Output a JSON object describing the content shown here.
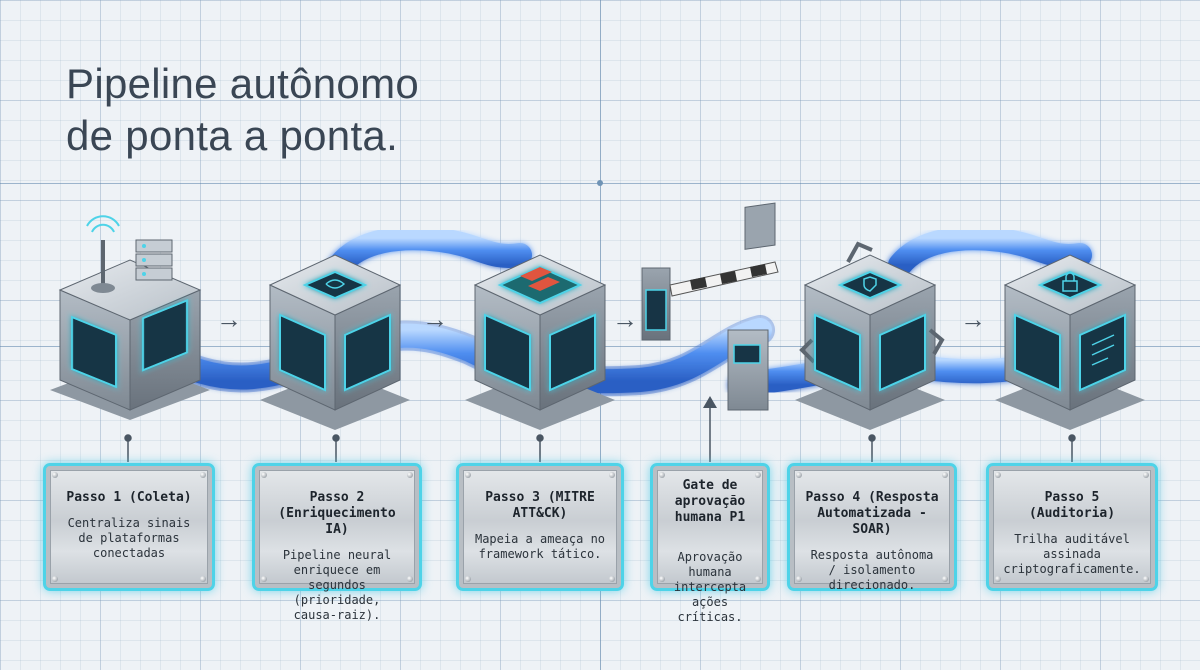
{
  "title": {
    "line1": "Pipeline autônomo",
    "line2": "de ponta a ponta."
  },
  "colors": {
    "background": "#eef2f6",
    "pipe": "#4f8ef0",
    "glow": "#4ed3e8",
    "metal": "#9aa4ae",
    "threat_cells": "#e0553f",
    "grid_cells": "#3ec8c0"
  },
  "icons": [
    "antenna-icon",
    "server-stack-icon",
    "brain-icon",
    "attack-matrix-icon",
    "barrier-gate-icon",
    "approval-terminal-icon",
    "shield-icon",
    "robot-arm-icon",
    "lock-icon",
    "document-icon"
  ],
  "arrows": [
    "→",
    "→",
    "→",
    "→"
  ],
  "cards": [
    {
      "head": "Passo 1 (Coleta)",
      "desc": "Centraliza sinais de plataformas conectadas"
    },
    {
      "head": "Passo 2 (Enriquecimento IA)",
      "desc": "Pipeline neural enriquece em segundos (prioridade, causa-raiz)."
    },
    {
      "head": "Passo 3 (MITRE ATT&CK)",
      "desc": "Mapeia a ameaça no framework tático."
    },
    {
      "head": "Gate de aprovação humana P1",
      "desc": "Aprovação humana intercepta ações críticas."
    },
    {
      "head": "Passo 4 (Resposta Automatizada - SOAR)",
      "desc": "Resposta autônoma / isolamento direcionado."
    },
    {
      "head": "Passo 5 (Auditoria)",
      "desc": "Trilha auditável assinada criptograficamente."
    }
  ]
}
